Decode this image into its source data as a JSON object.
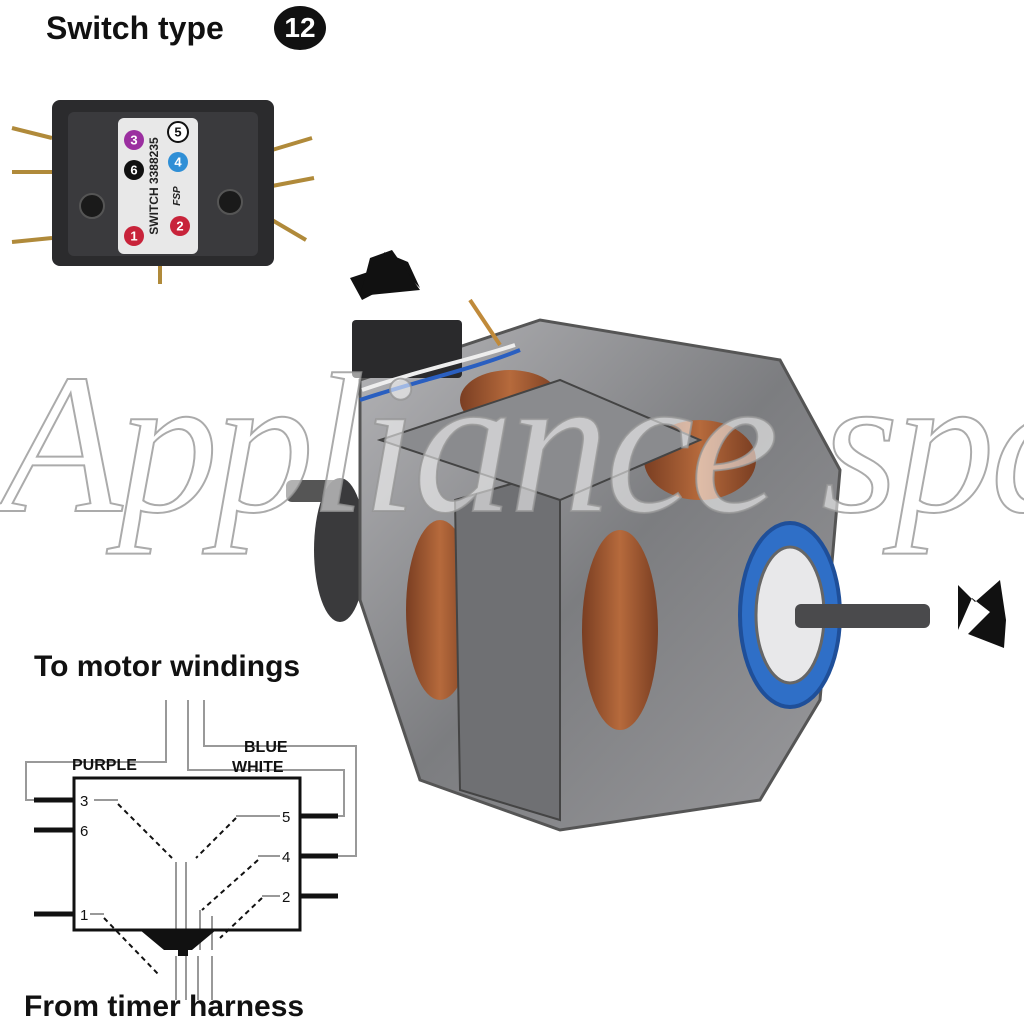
{
  "header": {
    "title": "Switch type",
    "badge": "12"
  },
  "switch_photo": {
    "sticker_text": "SWITCH 3388235",
    "logo": "FSP",
    "terminals": [
      "3",
      "5",
      "6",
      "4",
      "1",
      "2"
    ],
    "colors": {
      "3": "#9b2fa0",
      "5": "#ffffff",
      "6": "#111111",
      "4": "#2f8fd6",
      "1": "#c8233a",
      "2": "#c8233a"
    }
  },
  "watermark": "Appliance spares",
  "wiring_diagram": {
    "top_label": "To motor windings",
    "bottom_label": "From timer harness",
    "wire_labels": {
      "purple": "PURPLE",
      "blue": "BLUE",
      "white": "WHITE"
    },
    "pins_left": [
      "3",
      "6",
      "1"
    ],
    "pins_right": [
      "5",
      "4",
      "2"
    ]
  }
}
